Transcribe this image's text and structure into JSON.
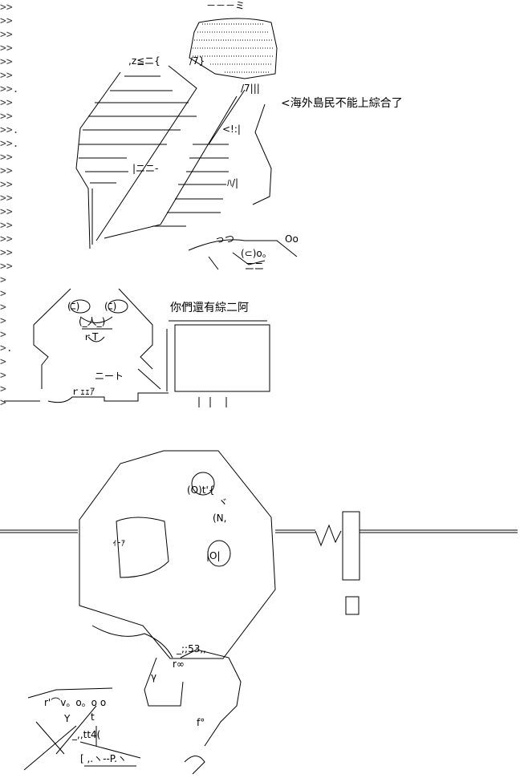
{
  "quote_markers": {
    "double": [
      ">>",
      ">>",
      ">>",
      ">>",
      ">>",
      ">>",
      ">>.",
      ">>",
      ">>",
      ">>.",
      ">>.",
      ">>",
      ">>",
      ">>",
      ">>",
      ">>",
      ">>",
      ">>",
      ">>",
      ">>"
    ],
    "single": [
      ">",
      ">",
      ">",
      ">",
      ">",
      ">.",
      ">",
      ">",
      ">",
      ">"
    ]
  },
  "panel1": {
    "caption": "<海外島民不能上綜合了",
    "fragments": [
      "－－－ミ",
      ",z≦ニ{",
      "/7}",
      "/7|||",
      "<!:|",
      "|ニニ-",
      "ﾊ/|",
      "っつ",
      "Oo",
      "(⊂)o。",
      "ニニ"
    ]
  },
  "panel2": {
    "caption": "你們還有綜二阿",
    "label_neet": "ニート",
    "label_r": "ｒｪｪｱ",
    "fragments": [
      "(ﾆ)",
      "(ﾆ)",
      "(_人_)",
      "ｒT"
    ]
  },
  "panel3": {
    "fragments": [
      "(O)t'{",
      "(N,",
      "|O|",
      "ｨ-ｧ",
      "ヾ",
      "_;;53,,",
      "_,,tt4(",
      "r'⌒v。o。o o",
      "[ ,.ヽ--P.ヽ",
      "r∞",
      "γ",
      "f°",
      "t",
      "Y"
    ],
    "exclaim": "!"
  }
}
